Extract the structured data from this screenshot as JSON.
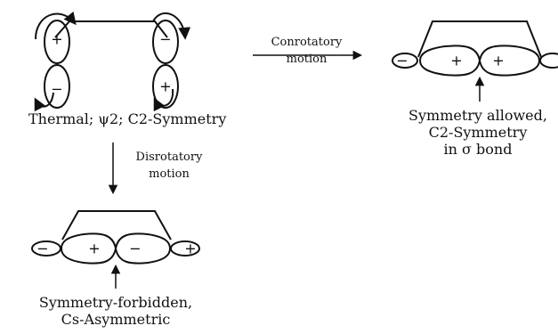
{
  "signs": {
    "plus": "+",
    "minus": "−"
  },
  "start": {
    "caption": "Thermal; ψ2; C2-Symmetry"
  },
  "conrotatory": {
    "line1": "Conrotatory",
    "line2": "motion"
  },
  "disrotatory": {
    "line1": "Disrotatory",
    "line2": "motion"
  },
  "allowed": {
    "line1": "Symmetry allowed,",
    "line2": "C2-Symmetry",
    "line3": "in σ bond"
  },
  "forbidden": {
    "line1": "Symmetry-forbidden,",
    "line2": "Cs-Asymmetric"
  }
}
